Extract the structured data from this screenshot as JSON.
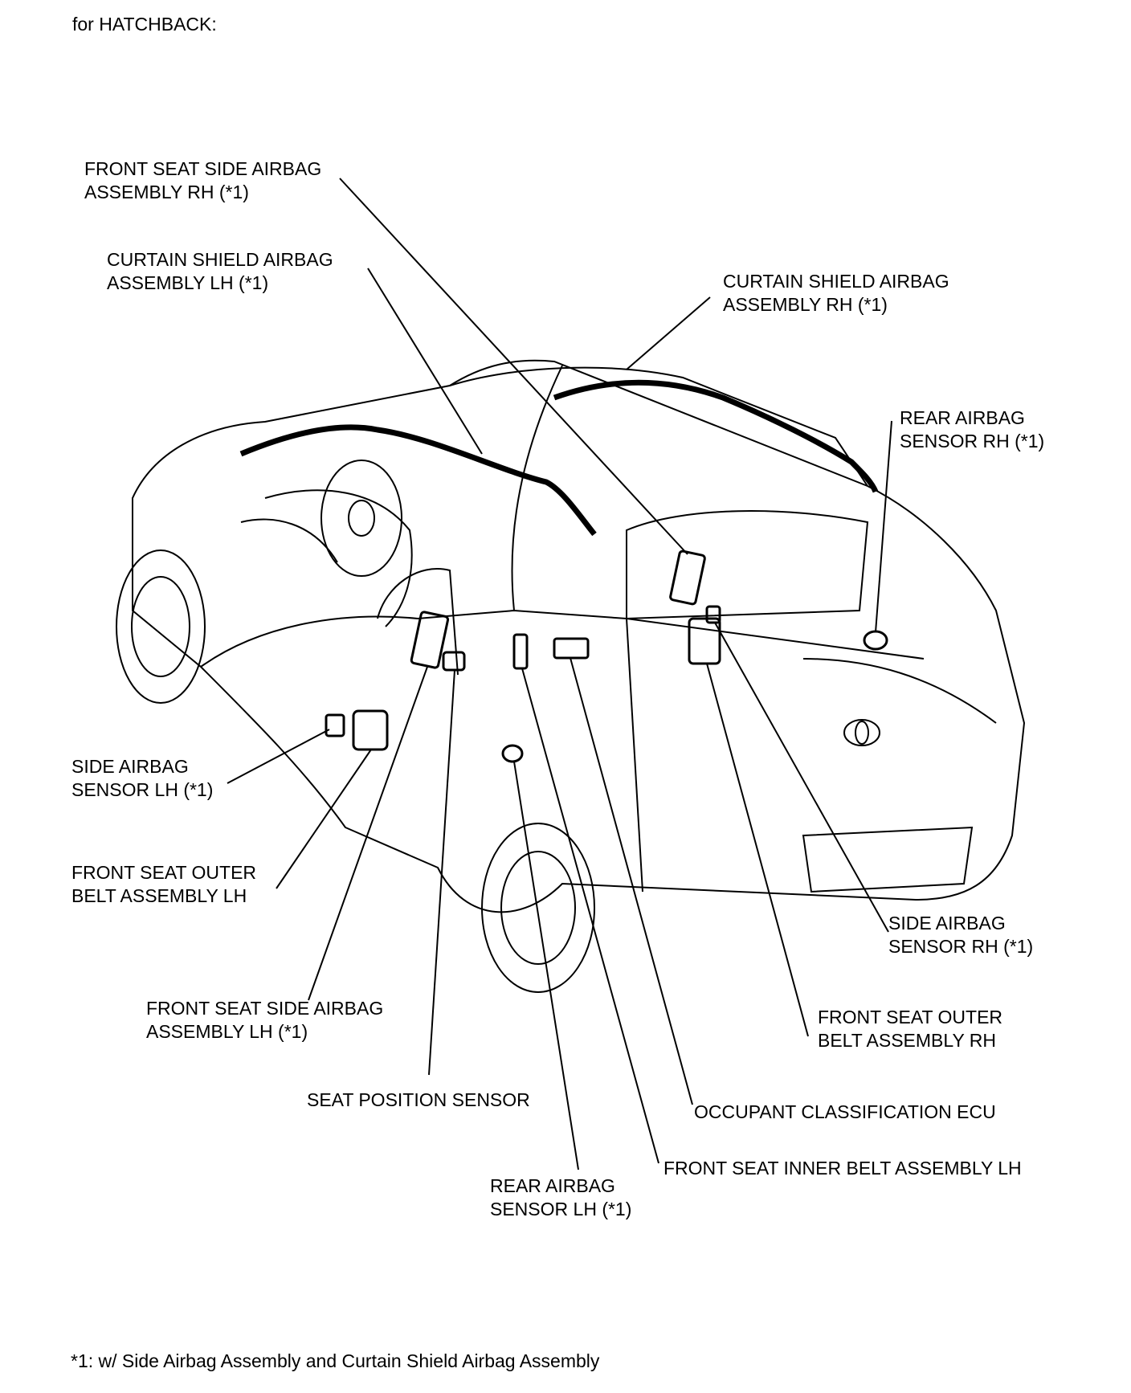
{
  "header": {
    "scope": "for HATCHBACK:"
  },
  "labels": {
    "front_seat_side_airbag_rh": "FRONT SEAT SIDE AIRBAG\nASSEMBLY RH (*1)",
    "curtain_shield_airbag_lh": "CURTAIN SHIELD AIRBAG\nASSEMBLY LH (*1)",
    "curtain_shield_airbag_rh": "CURTAIN SHIELD AIRBAG\nASSEMBLY RH (*1)",
    "rear_airbag_sensor_rh": "REAR AIRBAG\nSENSOR RH (*1)",
    "side_airbag_sensor_lh": "SIDE AIRBAG\nSENSOR LH (*1)",
    "front_seat_outer_belt_lh": "FRONT SEAT OUTER\nBELT ASSEMBLY LH",
    "front_seat_side_airbag_lh": "FRONT SEAT SIDE AIRBAG\nASSEMBLY LH (*1)",
    "seat_position_sensor": "SEAT POSITION SENSOR",
    "rear_airbag_sensor_lh": "REAR AIRBAG\nSENSOR LH (*1)",
    "front_seat_inner_belt_lh": "FRONT SEAT INNER BELT ASSEMBLY LH",
    "occupant_classification_ecu": "OCCUPANT CLASSIFICATION ECU",
    "front_seat_outer_belt_rh": "FRONT SEAT OUTER\nBELT ASSEMBLY RH",
    "side_airbag_sensor_rh": "SIDE AIRBAG\nSENSOR RH (*1)"
  },
  "footnote": "*1: w/ Side Airbag Assembly and Curtain Shield Airbag Assembly"
}
